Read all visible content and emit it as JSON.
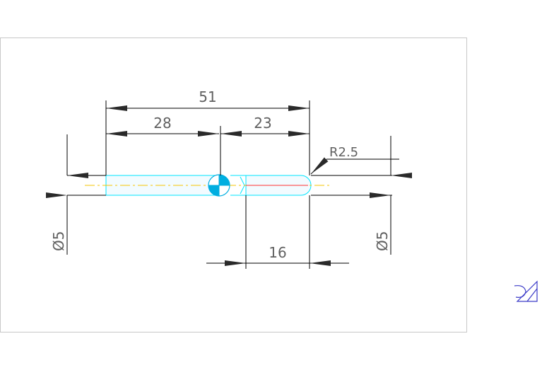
{
  "drawing": {
    "dimensions": {
      "overall_length": "51",
      "left_length": "28",
      "right_length": "23",
      "pin_length": "16",
      "tip_radius": "R2.5",
      "left_diameter": "Ø5",
      "right_diameter": "Ø5"
    }
  },
  "colors": {
    "sheet_border": "#c8c8c8",
    "dimension_line": "#000000",
    "dimension_text": "#606060",
    "part_outline": "#00e5ff",
    "centerline": "#f5c400",
    "logo": "#3b3bc8"
  },
  "icons": {
    "ucs": "ucs-icon"
  }
}
